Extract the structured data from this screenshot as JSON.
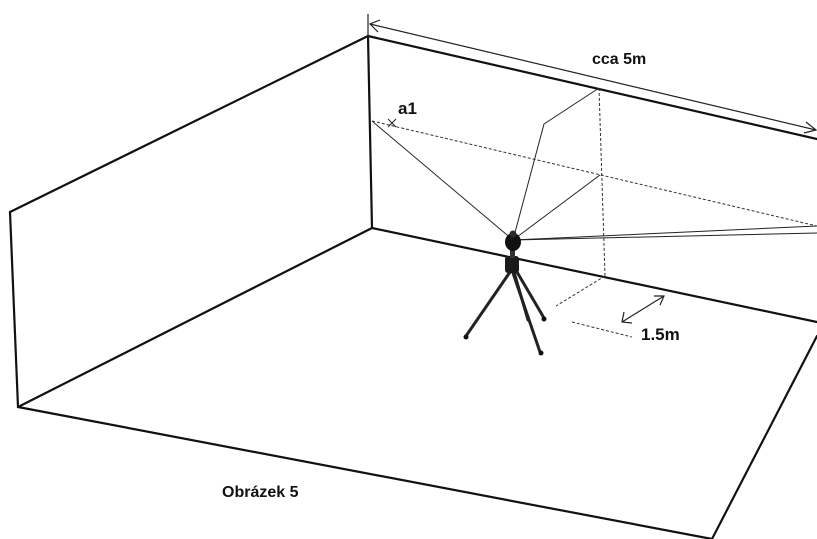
{
  "labels": {
    "width": "cca 5m",
    "point": "a1",
    "distance": "1.5m",
    "caption": "Obrázek 5"
  }
}
